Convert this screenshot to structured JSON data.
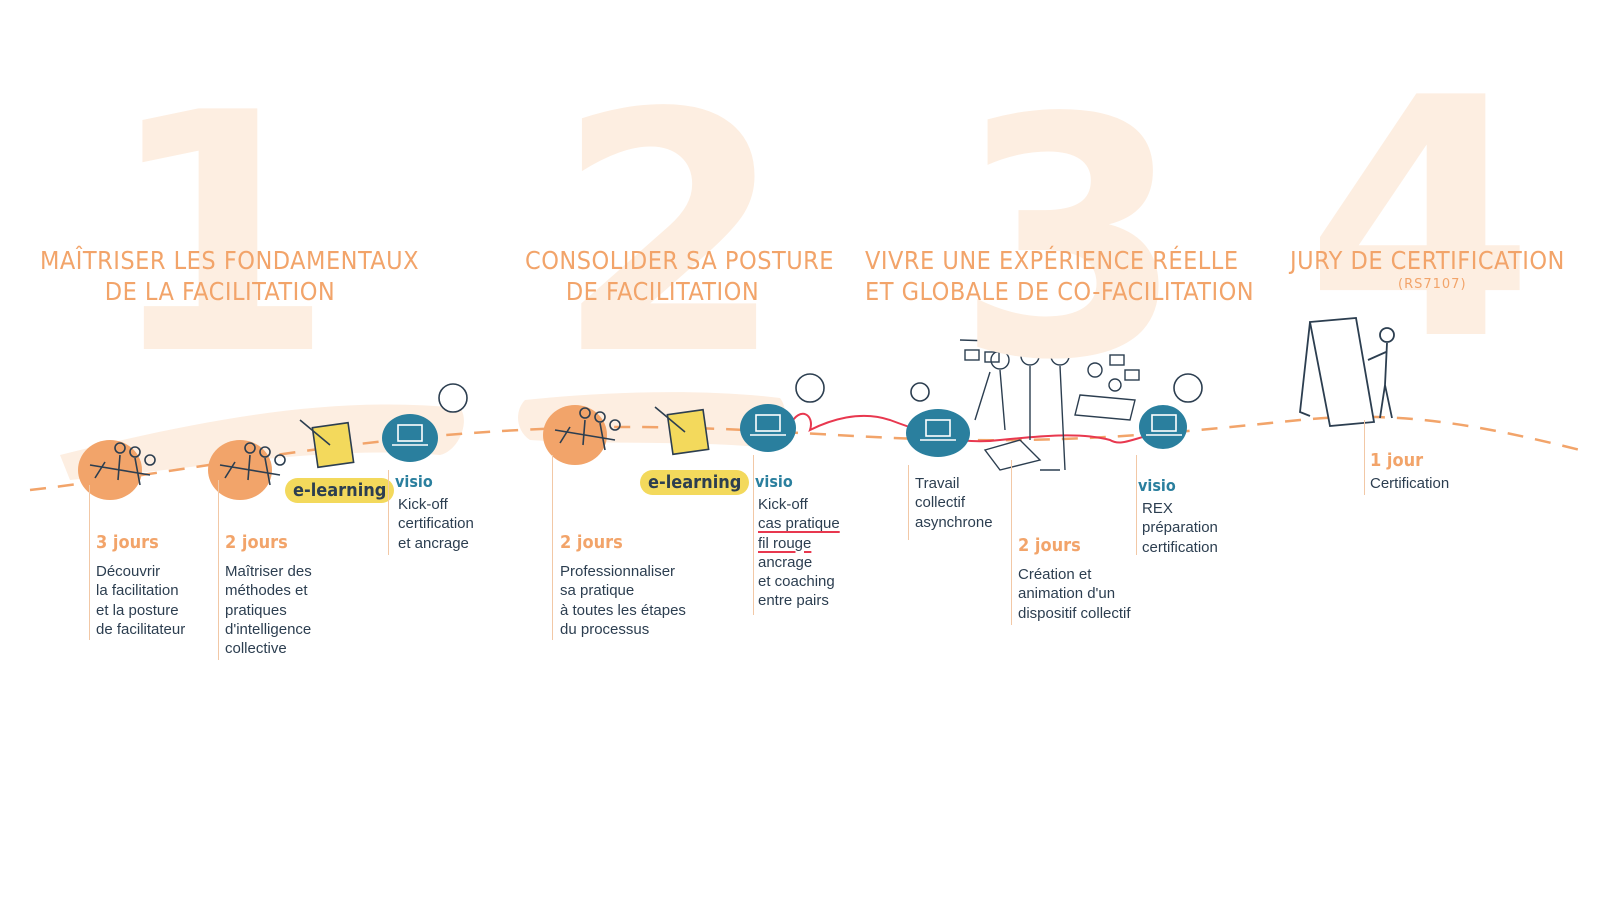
{
  "colors": {
    "orange": "#f2a46a",
    "light_peach": "#fdeee1",
    "teal": "#2a7f9e",
    "yellow": "#f3d95c",
    "text": "#2c3e50",
    "red": "#e8384f"
  },
  "phases": [
    {
      "number": "1",
      "title_lines": [
        "MAÎTRISER LES FONDAMENTAUX",
        "DE LA FACILITATION"
      ]
    },
    {
      "number": "2",
      "title_lines": [
        "CONSOLIDER SA POSTURE",
        "DE FACILITATION"
      ]
    },
    {
      "number": "3",
      "title_lines": [
        "VIVRE UNE EXPÉRIENCE RÉELLE",
        "ET GLOBALE DE CO-FACILITATION"
      ]
    },
    {
      "number": "4",
      "title_lines": [
        "JURY DE CERTIFICATION"
      ],
      "subtitle": "(RS7107)"
    }
  ],
  "steps": [
    {
      "icon": "workshop-group-icon",
      "label": "3 jours",
      "lines": [
        "Découvrir",
        "la facilitation",
        "et la posture",
        "de facilitateur"
      ]
    },
    {
      "icon": "workshop-group-icon",
      "label": "2 jours",
      "lines": [
        "Maîtriser des",
        "méthodes et",
        "pratiques",
        "d'intelligence",
        "collective"
      ]
    },
    {
      "icon": "elearning-notes-icon",
      "elearning_label": "e-learning"
    },
    {
      "icon": "laptop-visio-icon",
      "visio_label": "visio",
      "lines": [
        "Kick-off",
        "certification",
        "et ancrage"
      ]
    },
    {
      "icon": "workshop-group-icon",
      "label": "2 jours",
      "lines": [
        "Professionnaliser",
        "sa pratique",
        "à toutes les étapes",
        "du processus"
      ]
    },
    {
      "icon": "elearning-notes-icon",
      "elearning_label": "e-learning"
    },
    {
      "icon": "laptop-visio-icon",
      "visio_label": "visio",
      "lines": [
        "Kick-off",
        "cas pratique",
        "fil rouge",
        "ancrage",
        "et coaching",
        "entre pairs"
      ]
    },
    {
      "icon": "laptop-visio-icon",
      "lines": [
        "Travail",
        "collectif",
        "asynchrone"
      ]
    },
    {
      "icon": "team-collaboration-illustration",
      "label": "2 jours",
      "lines": [
        "Création et",
        "animation d'un",
        "dispositif collectif"
      ]
    },
    {
      "icon": "laptop-visio-icon",
      "visio_label": "visio",
      "lines": [
        "REX",
        "préparation",
        "certification"
      ]
    },
    {
      "icon": "presenter-board-icon",
      "label": "1 jour",
      "lines": [
        "Certification"
      ]
    }
  ]
}
